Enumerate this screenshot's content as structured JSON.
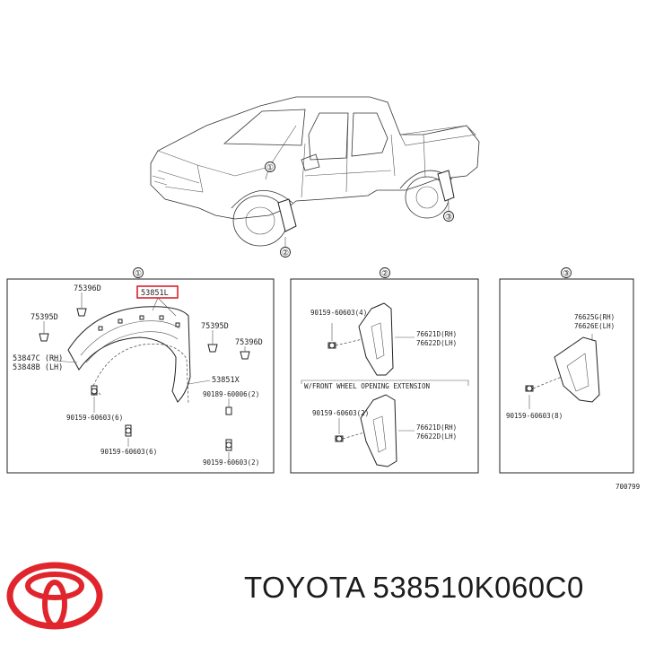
{
  "callouts": {
    "one": "①",
    "two": "②",
    "three": "③"
  },
  "panel1": {
    "highlight_part": "53851L",
    "labels": {
      "p75396D_top": "75396D",
      "p75395D_left": "75395D",
      "p53847C": "53847C (RH)",
      "p53848B": "53848B (LH)",
      "p75395D_right": "75395D",
      "p75396D_right": "75396D",
      "p53851X": "53851X",
      "p90189": "90189-60006(2)",
      "p90159_6a": "90159-60603(6)",
      "p90159_6b": "90159-60603(6)",
      "p90159_2": "90159-60603(2)"
    }
  },
  "panel2": {
    "section_title": "W/FRONT WHEEL OPENING EXTENSION",
    "labels": {
      "top_bolt": "90159-60603(4)",
      "top_rh": "76621D(RH)",
      "top_lh": "76622D(LH)",
      "bot_bolt": "90159-60603(2)",
      "bot_rh": "76621D(RH)",
      "bot_lh": "76622D(LH)"
    }
  },
  "panel3": {
    "labels": {
      "rh": "76625G(RH)",
      "lh": "76626E(LH)",
      "bolt": "90159-60603(8)"
    }
  },
  "diagram_code": "700799",
  "footer": {
    "brand_text": "TOYOTA 538510K060C0"
  },
  "colors": {
    "logo_red": "#e0262c",
    "highlight_box": "#d8232a"
  }
}
